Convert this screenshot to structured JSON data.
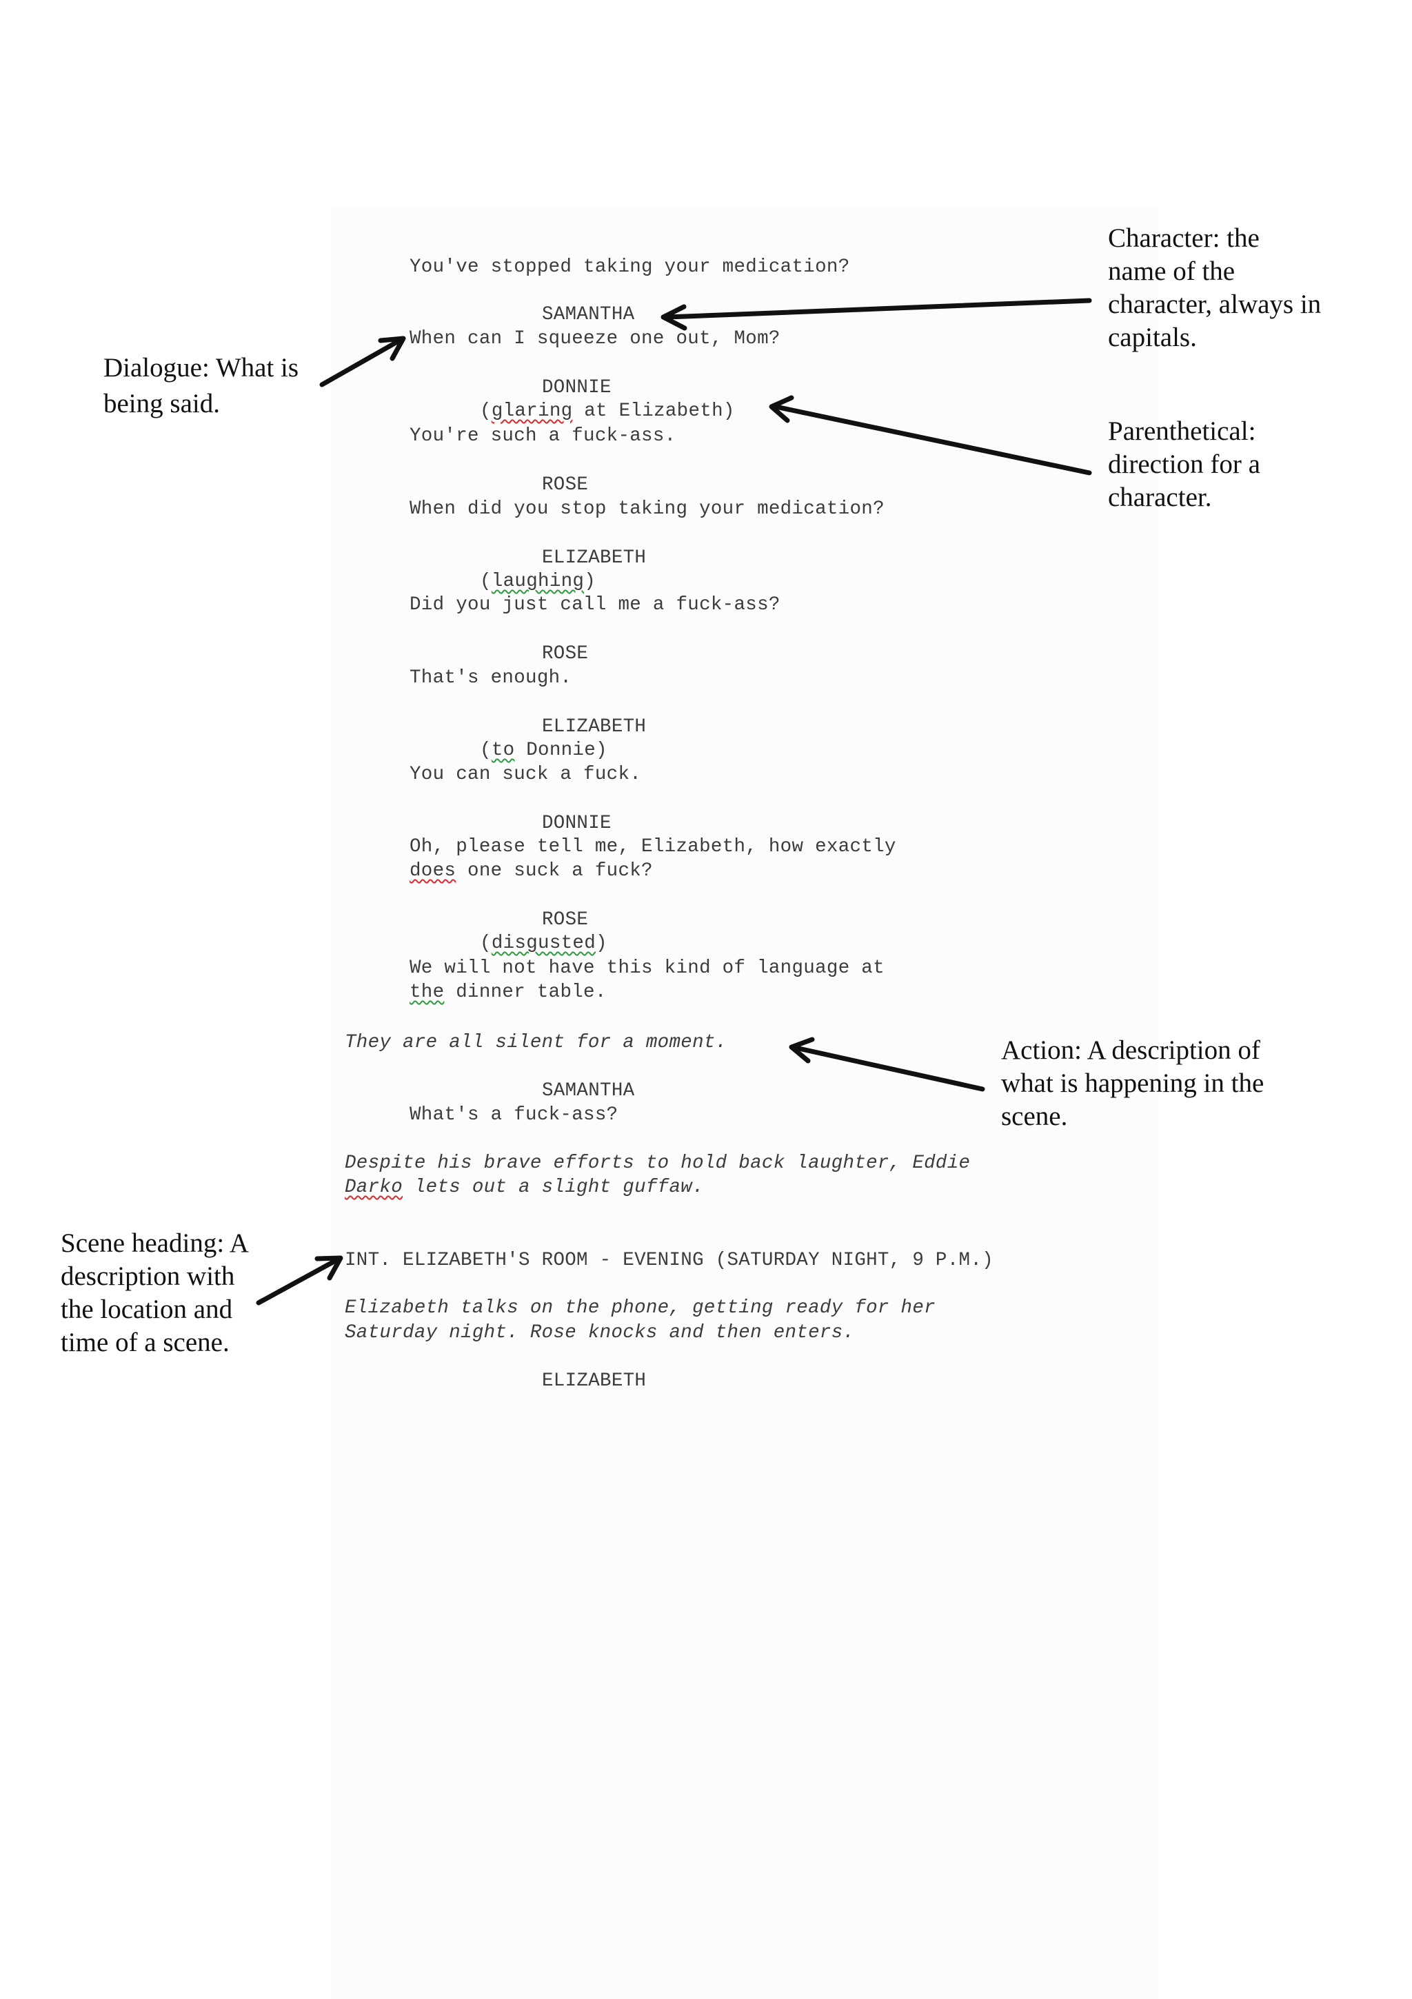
{
  "script": {
    "line1": "You've stopped taking your medication?",
    "samantha1": "SAMANTHA",
    "line2": "When can I squeeze one out, Mom?",
    "donnie1": "DONNIE",
    "paren1_word": "glaring",
    "paren1_rest": " at Elizabeth)",
    "line3": "You're such a fuck-ass.",
    "rose1": "ROSE",
    "line4": "When did you stop taking your medication?",
    "elizabeth1": "ELIZABETH",
    "paren2_word": "laughing",
    "line5": "Did you just call me a fuck-ass?",
    "rose2": "ROSE",
    "line6": "That's enough.",
    "elizabeth2": "ELIZABETH",
    "paren3_word": "to",
    "paren3_rest": " Donnie)",
    "line7": "You can suck a fuck.",
    "donnie2": "DONNIE",
    "line8": "Oh, please tell me, Elizabeth, how exactly",
    "line9_word": "does",
    "line9_rest": " one suck a fuck?",
    "rose3": "ROSE",
    "paren4_word": "disgusted",
    "line10": "We will not have this kind of language at",
    "line11_word": "the",
    "line11_rest": " dinner table.",
    "action1": "They are all silent for a moment.",
    "samantha2": "SAMANTHA",
    "line12": "What's a fuck-ass?",
    "action2a": "Despite his brave efforts to hold back laughter, Eddie",
    "action2b_word": "Darko",
    "action2b_rest": " lets out a slight guffaw.",
    "heading": "INT. ELIZABETH'S ROOM - EVENING (SATURDAY NIGHT, 9 P.M.)",
    "action3a": "Elizabeth talks on the phone, getting ready for her",
    "action3b": "Saturday night. Rose knocks and then enters.",
    "elizabeth3": "ELIZABETH"
  },
  "annotations": {
    "character": [
      "Character: the",
      "name of the",
      "character, always in",
      "capitals."
    ],
    "dialogue": [
      "Dialogue: What is",
      "being said."
    ],
    "parenthetical": [
      "Parenthetical:",
      "direction for a",
      "character."
    ],
    "action": [
      "Action: A description of",
      "what is happening in the",
      "scene."
    ],
    "scene_heading": [
      "Scene heading: A",
      "description with",
      "the location and",
      "time  of a scene."
    ]
  }
}
